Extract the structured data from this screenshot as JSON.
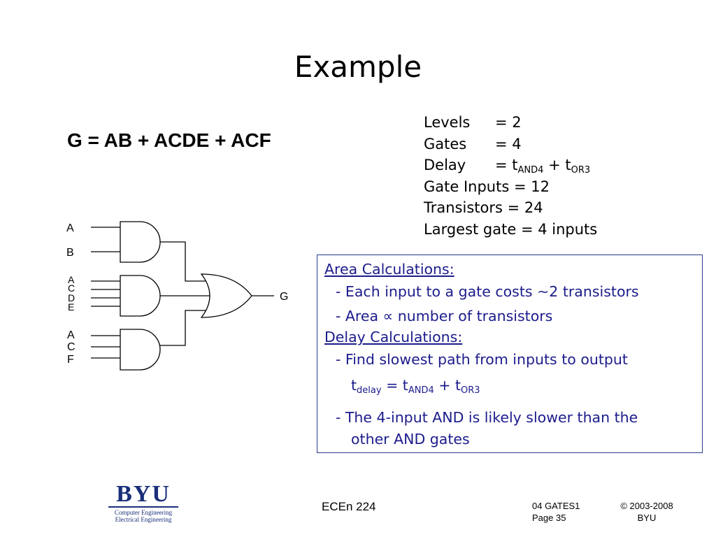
{
  "slide": {
    "title": "Example",
    "equation": "G = AB + ACDE + ACF"
  },
  "stats": {
    "levels_label": "Levels",
    "levels_value": "= 2",
    "gates_label": "Gates",
    "gates_value": "= 4",
    "delay_label": "Delay",
    "delay_eq": "= t",
    "delay_sub1": "AND4",
    "delay_plus": " + t",
    "delay_sub2": "OR3",
    "gate_inputs": "Gate Inputs  = 12",
    "transistors": "Transistors   = 24",
    "largest_gate": "Largest gate = 4 inputs"
  },
  "circuit": {
    "input_labels": [
      "A",
      "B",
      "A",
      "C",
      "D",
      "E",
      "A",
      "C",
      "F"
    ],
    "output_label": "G"
  },
  "notes": {
    "area_heading": "Area Calculations:",
    "area_line1": "- Each input to a gate costs ~2 transistors",
    "area_line2_pre": "- Area ",
    "area_line2_symbol": "∝",
    "area_line2_post": " number of transistors",
    "delay_heading": "Delay Calculations:",
    "delay_line1": "- Find slowest path from inputs to output",
    "formula_t1": "t",
    "formula_sub1": "delay",
    "formula_eq": " = t",
    "formula_sub2": "AND4",
    "formula_plus": " + t",
    "formula_sub3": "OR3",
    "delay_line2": "- The 4-input AND is likely slower than the",
    "delay_line3": "other AND gates"
  },
  "footer": {
    "logo_text": "BYU",
    "logo_sub1": "Computer Engineering",
    "logo_sub2": "Electrical Engineering",
    "course": "ECEn 224",
    "chapter": "04 GATES1",
    "page": "Page 35",
    "copyright": "© 2003-2008",
    "org": "BYU"
  },
  "colors": {
    "notes_text": "#1c1c8c",
    "notes_border": "#2a3a90",
    "logo": "#1a2f7a"
  }
}
